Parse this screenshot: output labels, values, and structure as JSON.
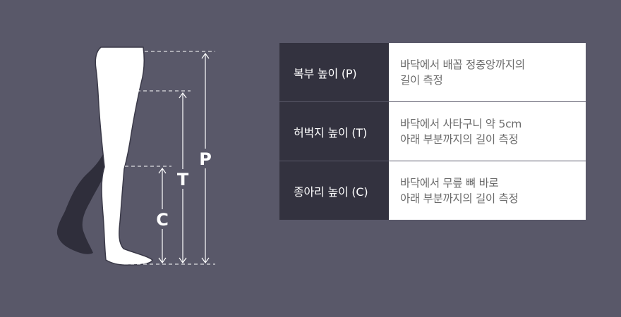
{
  "colors": {
    "background": "#595869",
    "header_cell": "#33323f",
    "body_cell": "#ffffff",
    "leg_front": "#ffffff",
    "leg_back": "#2f2e3b",
    "measure_lines": "#ffffff"
  },
  "figure": {
    "labels": {
      "p": "P",
      "t": "T",
      "c": "C"
    }
  },
  "table": {
    "rows": [
      {
        "header": "복부 높이 (P)",
        "line1": "바닥에서 배꼽 정중앙까지의",
        "line2": "길이 측정"
      },
      {
        "header": "허벅지 높이 (T)",
        "line1": "바닥에서 사타구니 약 5cm",
        "line2": "아래 부분까지의 길이 측정"
      },
      {
        "header": "종아리 높이 (C)",
        "line1": "바닥에서 무릎 뼈 바로",
        "line2": "아래 부분까지의 길이 측정"
      }
    ]
  }
}
